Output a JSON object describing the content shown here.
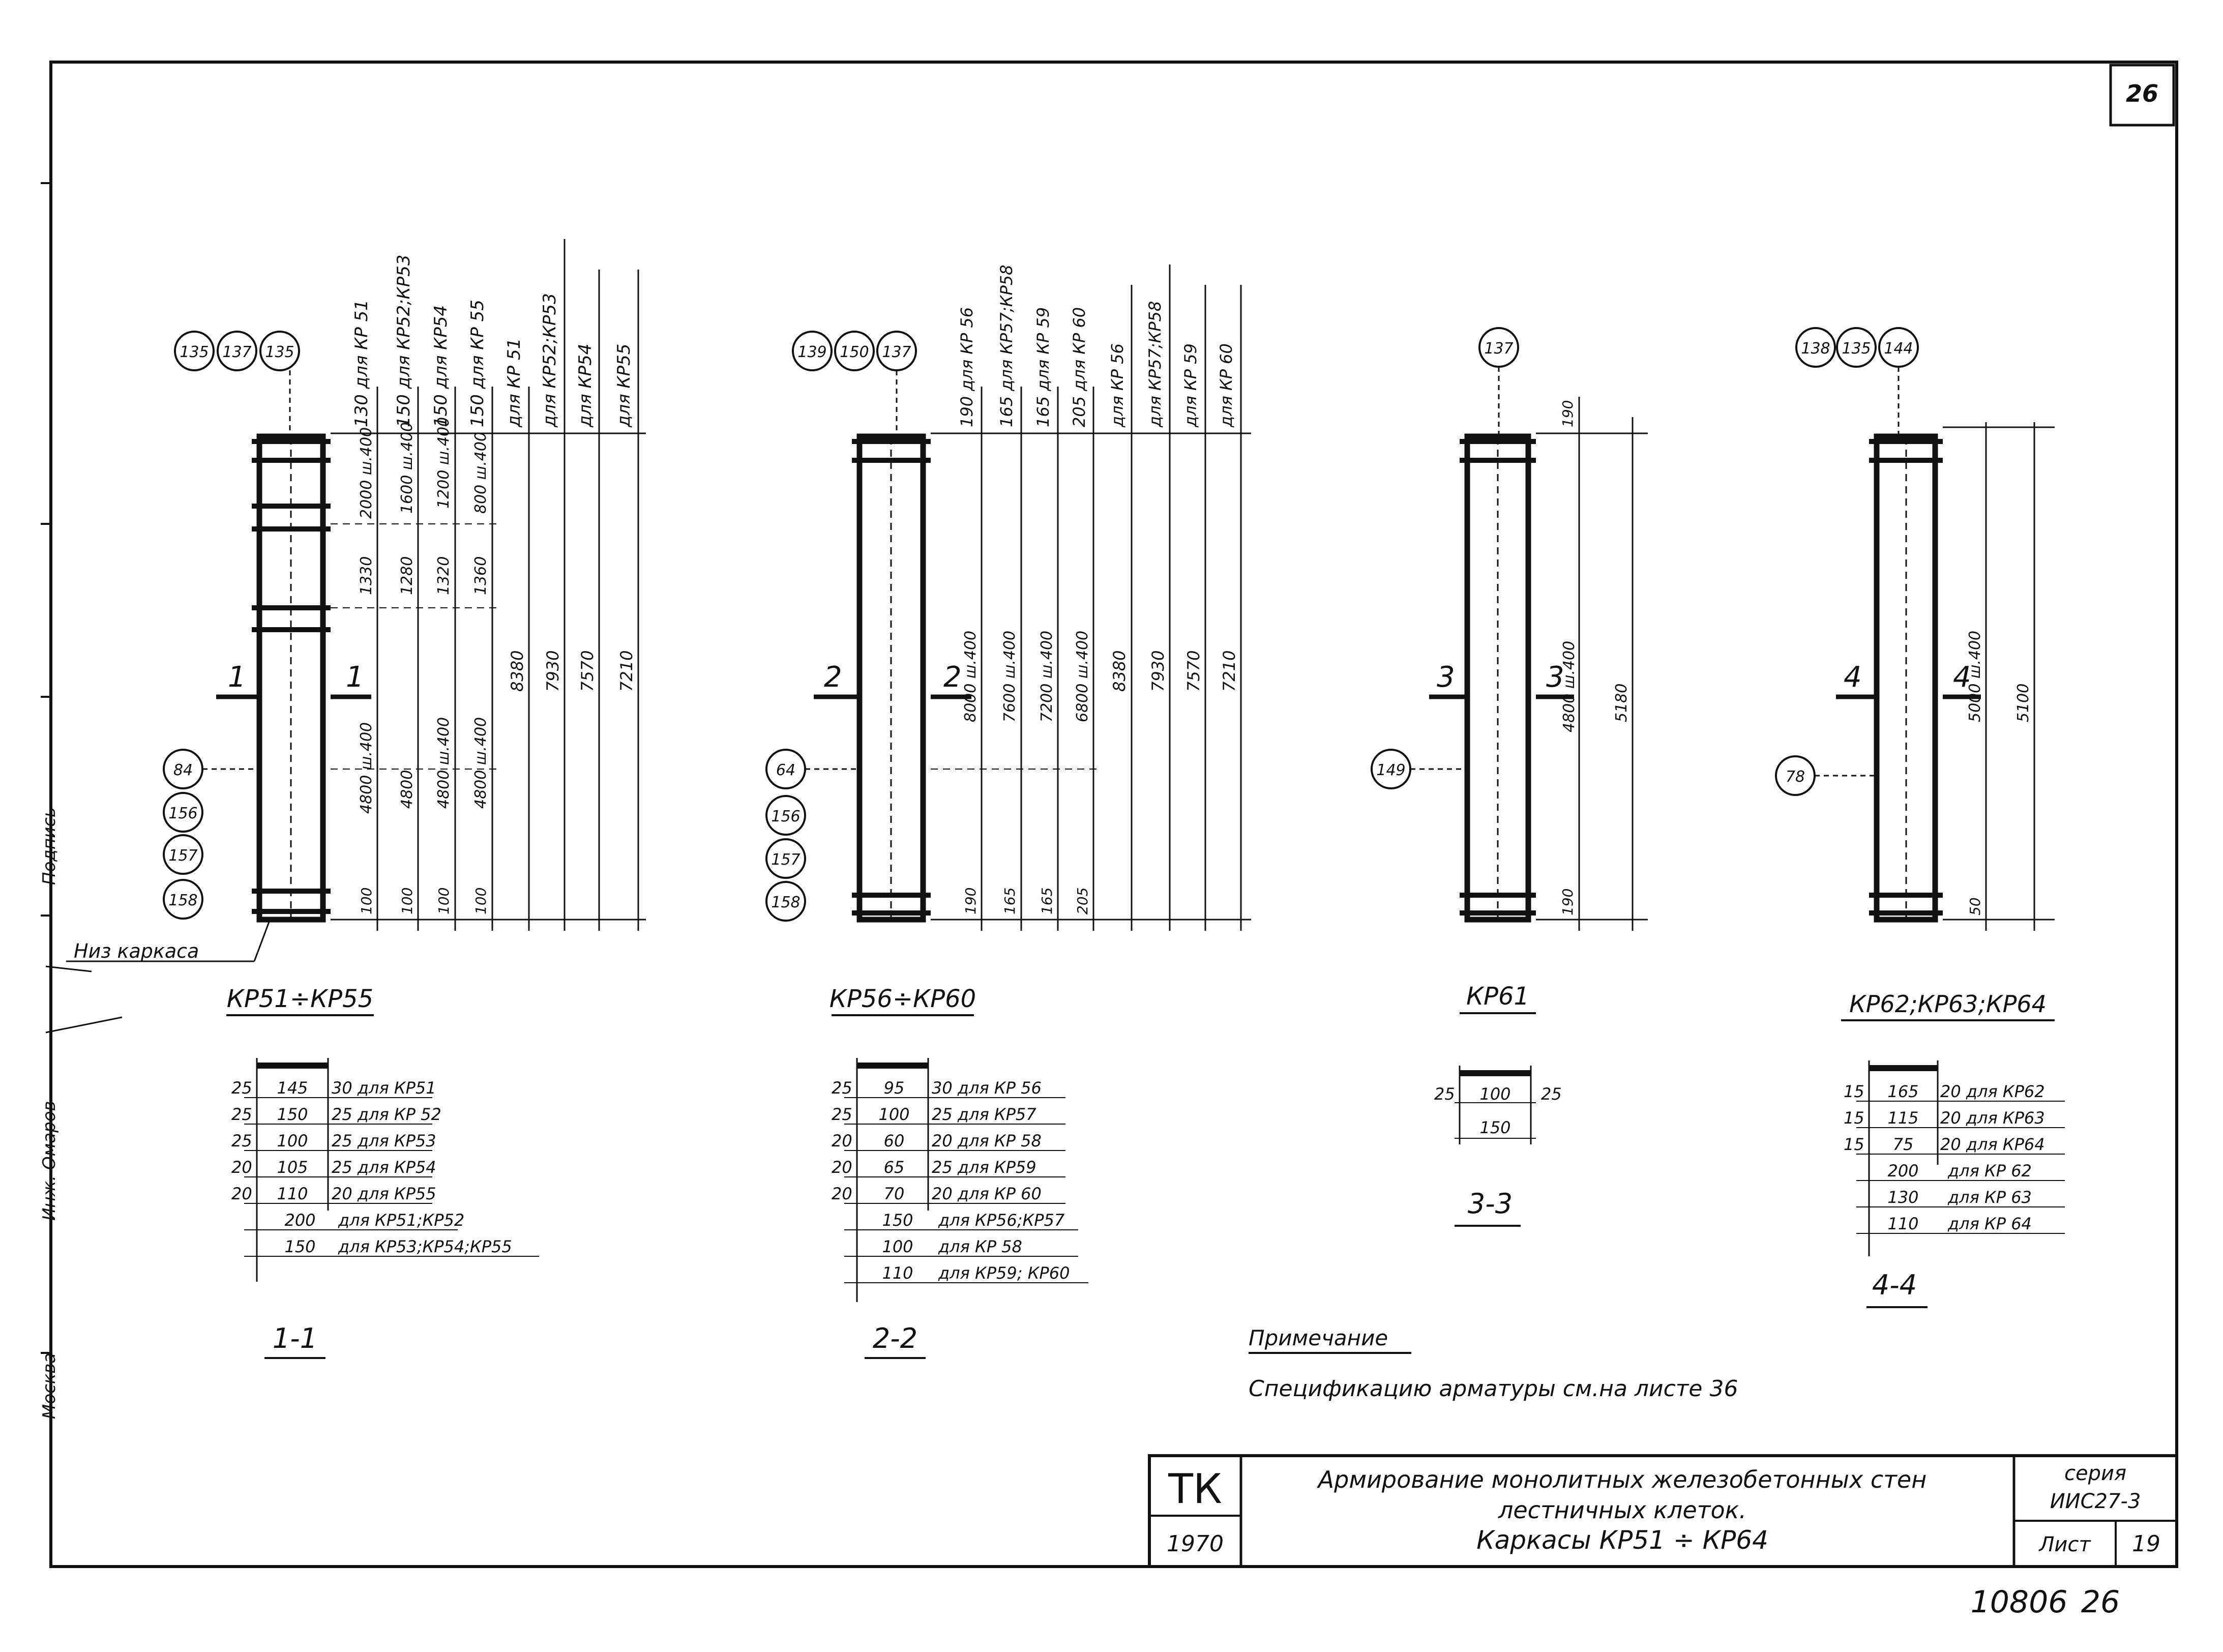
{
  "sheet_corner_number": "26",
  "frames": [
    {
      "positions_top": [
        "135",
        "137",
        "135"
      ],
      "positions_side": [
        "84",
        "156",
        "157",
        "158"
      ],
      "column_labels": [
        "130 для КР 51",
        "150 для КР52;КР53",
        "150 для КР54",
        "150 для КР 55",
        "для КР 51",
        "для КР52;КР53",
        "для КР54",
        "для КР55"
      ],
      "dims_top": [
        "2000 ш.400",
        "1600 ш.400",
        "1200 ш.400",
        "800 ш.400"
      ],
      "dims_mid": [
        "1330",
        "1280",
        "1320",
        "1360"
      ],
      "dims_low": [
        "4800 ш.400",
        "4800",
        "4800 ш.400",
        "4800 ш.400"
      ],
      "dims_bottom": [
        "100",
        "100",
        "100",
        "100"
      ],
      "totals": [
        "8380",
        "7930",
        "7570",
        "7210"
      ],
      "section_mark": "1",
      "title": "КР51÷КР55",
      "bottom_note": "Низ каркаса",
      "section": {
        "title": "1-1",
        "rows": [
          {
            "left": "25",
            "mid": "145",
            "right": "30 для КР51"
          },
          {
            "left": "25",
            "mid": "150",
            "right": "25 для КР 52"
          },
          {
            "left": "25",
            "mid": "100",
            "right": "25 для КР53"
          },
          {
            "left": "20",
            "mid": "105",
            "right": "25 для КР54"
          },
          {
            "left": "20",
            "mid": "110",
            "right": "20 для КР55"
          },
          {
            "left": "",
            "mid": "200",
            "right": "для КР51;КР52"
          },
          {
            "left": "",
            "mid": "150",
            "right": "для КР53;КР54;КР55"
          }
        ]
      }
    },
    {
      "positions_top": [
        "139",
        "150",
        "137"
      ],
      "positions_side": [
        "64",
        "156",
        "157",
        "158"
      ],
      "column_labels": [
        "190 для КР 56",
        "165 для КР57;КР58",
        "165 для КР 59",
        "205 для КР 60",
        "для КР 56",
        "для КР57;КР58",
        "для КР 59",
        "для КР 60"
      ],
      "dims_long": [
        "8000 ш.400",
        "7600 ш.400",
        "7200 ш.400",
        "6800 ш.400",
        "8380"
      ],
      "dims_bottom": [
        "190",
        "165",
        "165",
        "205"
      ],
      "totals": [
        "7930",
        "7570",
        "7210"
      ],
      "section_mark": "2",
      "title": "КР56÷КР60",
      "section": {
        "title": "2-2",
        "rows": [
          {
            "left": "25",
            "mid": "95",
            "right": "30 для КР 56"
          },
          {
            "left": "25",
            "mid": "100",
            "right": "25 для КР57"
          },
          {
            "left": "20",
            "mid": "60",
            "right": "20 для КР 58"
          },
          {
            "left": "20",
            "mid": "65",
            "right": "25 для КР59"
          },
          {
            "left": "20",
            "mid": "70",
            "right": "20 для КР 60"
          },
          {
            "left": "",
            "mid": "150",
            "right": "для КР56;КР57"
          },
          {
            "left": "",
            "mid": "100",
            "right": "для КР 58"
          },
          {
            "left": "",
            "mid": "110",
            "right": "для КР59; КР60"
          }
        ]
      }
    },
    {
      "positions_top": [
        "137"
      ],
      "positions_side": [
        "149"
      ],
      "dim_top": "190",
      "dim_mid": "4800 ш.400",
      "dim_total": "5180",
      "dim_bottom": "190",
      "section_mark": "3",
      "title": "КР61",
      "section": {
        "title": "3-3",
        "left": "25",
        "mid": "100",
        "right": "25",
        "total": "150"
      }
    },
    {
      "positions_top": [
        "138",
        "135",
        "144"
      ],
      "positions_side": [
        "78"
      ],
      "dim_mid": "5000 ш.400",
      "dim_total": "5100",
      "dim_bottom": "50",
      "section_mark": "4",
      "title": "КР62;КР63;КР64",
      "section": {
        "title": "4-4",
        "rows": [
          {
            "left": "15",
            "mid": "165",
            "right": "20 для КР62"
          },
          {
            "left": "15",
            "mid": "115",
            "right": "20 для КР63"
          },
          {
            "left": "15",
            "mid": "75",
            "right": "20 для КР64"
          },
          {
            "left": "",
            "mid": "200",
            "right": "для КР 62"
          },
          {
            "left": "",
            "mid": "130",
            "right": "для КР 63"
          },
          {
            "left": "",
            "mid": "110",
            "right": "для КР 64"
          }
        ]
      }
    }
  ],
  "note": {
    "heading": "Примечание",
    "text": "Спецификацию арматуры см.на листе 36"
  },
  "title_block": {
    "org": "ТК",
    "year": "1970",
    "title_line1": "Армирование монолитных железобетонных стен",
    "title_line2": "лестничных клеток.",
    "title_line3": "Каркасы КР51 ÷ КР64",
    "series_label": "серия",
    "series_value": "ИИС27-3",
    "sheet_label": "Лист",
    "sheet_value": "19"
  },
  "archive_number": "10806",
  "archive_page": "26",
  "margin_fragments": [
    "Москва",
    "Инж. Омаров",
    "Подпись"
  ],
  "colors": {
    "ink": "#111111",
    "paper": "#ffffff"
  }
}
